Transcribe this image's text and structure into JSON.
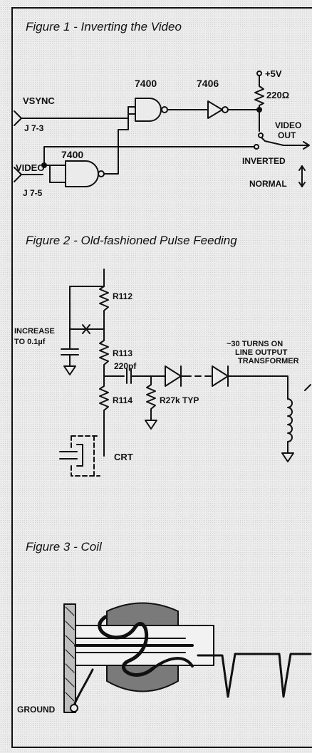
{
  "figure1": {
    "caption": "Figure 1 - Inverting the Video",
    "vsync": "VSYNC",
    "j73": "J 7-3",
    "video": "VIDEO",
    "j75": "J 7-5",
    "gate1": "7400",
    "gate2": "7406",
    "gate3": "7400",
    "plus5v": "+5V",
    "r220": "220Ω",
    "video_out_1": "VIDEO",
    "video_out_2": "OUT",
    "inverted": "INVERTED",
    "normal": "NORMAL"
  },
  "figure2": {
    "caption": "Figure 2 - Old-fashioned Pulse Feeding",
    "r112": "R112",
    "r113": "R113",
    "r114": "R114",
    "increase_1": "INCREASE",
    "increase_2": "TO 0.1µf",
    "c220": "220pf",
    "r27k": "R27k TYP",
    "turns_1": "~30 TURNS ON",
    "turns_2": "LINE OUTPUT",
    "turns_3": "TRANSFORMER",
    "crt": "CRT"
  },
  "figure3": {
    "caption": "Figure 3 - Coil",
    "ground": "GROUND"
  }
}
